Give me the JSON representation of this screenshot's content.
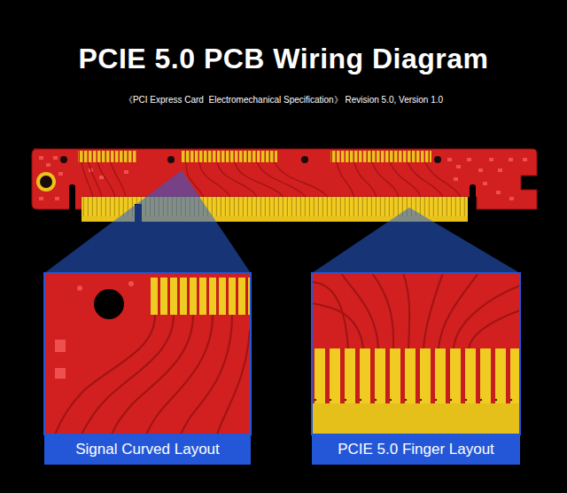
{
  "diagram": {
    "title": "PCIE 5.0 PCB Wiring Diagram",
    "nodes": [
      {
        "text": [
          "Signal Curved Layout"
        ]
      },
      {
        "text": [
          "PCIE 5.0 Finger Layout"
        ]
      }
    ],
    "labels": [
      "《PCI Express Card  Electromechanical Specification》 Revision 5.0, Version 1.0"
    ]
  }
}
